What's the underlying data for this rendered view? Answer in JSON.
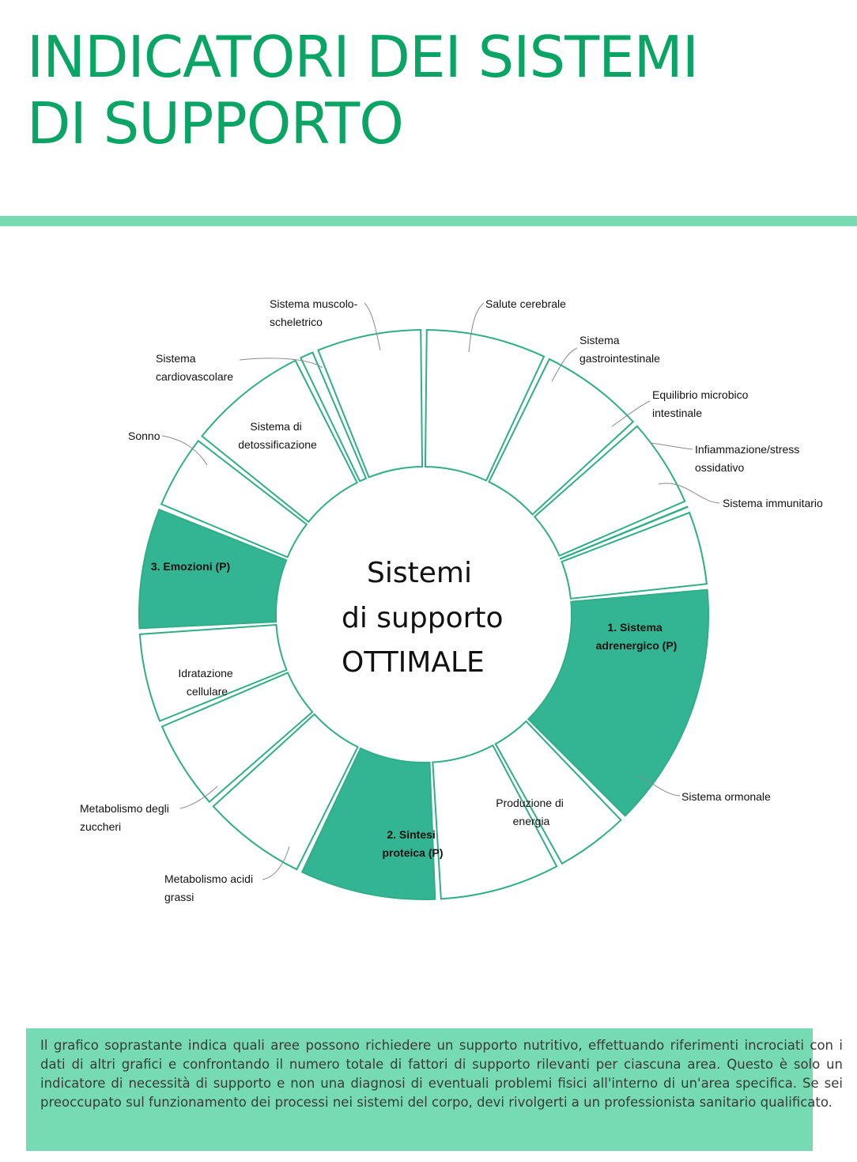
{
  "title": {
    "line1": "INDICATORI DEI SISTEMI",
    "line2": "DI SUPPORTO"
  },
  "colors": {
    "title": "#0aa565",
    "accent_bar": "#76dbb2",
    "highlight_fill": "#33b594",
    "segment_stroke": "#2fae88",
    "note_background": "#76dbb2"
  },
  "chart_data": {
    "type": "pie",
    "variant": "donut",
    "center_text": [
      "Sistemi",
      "di supporto",
      "OTTIMALE"
    ],
    "segments": [
      {
        "label": "Salute cerebrale",
        "value": 8,
        "highlighted": false
      },
      {
        "label": "Sistema gastrointestinale",
        "value": 7,
        "highlighted": false
      },
      {
        "label": "Equilibrio microbico intestinale",
        "value": 6,
        "highlighted": false
      },
      {
        "label": "Infiammazione/stress ossidativo",
        "value": 0.4,
        "highlighted": false
      },
      {
        "label": "Sistema immunitario",
        "value": 5,
        "highlighted": false
      },
      {
        "label": "1. Sistema adrenergico (P)",
        "value": 16,
        "highlighted": true
      },
      {
        "label": "Sistema ormonale",
        "value": 5,
        "highlighted": false
      },
      {
        "label": "Produzione di energia",
        "value": 8,
        "highlighted": false
      },
      {
        "label": "2. Sintesi proteica (P)",
        "value": 9,
        "highlighted": true
      },
      {
        "label": "Metabolismo acidi grassi",
        "value": 7,
        "highlighted": false
      },
      {
        "label": "Metabolismo degli zuccheri",
        "value": 6,
        "highlighted": false
      },
      {
        "label": "Idratazione cellulare",
        "value": 6,
        "highlighted": false
      },
      {
        "label": "3. Emozioni (P)",
        "value": 8,
        "highlighted": true
      },
      {
        "label": "Sonno",
        "value": 5,
        "highlighted": false
      },
      {
        "label": "Sistema di detossificazione",
        "value": 8,
        "highlighted": false
      },
      {
        "label": "Sistema cardiovascolare",
        "value": 1.2,
        "highlighted": false
      },
      {
        "label": "Sistema muscolo-scheletrico",
        "value": 7,
        "highlighted": false
      }
    ]
  },
  "labels": {
    "salute": [
      "Salute cerebrale"
    ],
    "gastro": [
      "Sistema",
      "gastrointestinale"
    ],
    "microbico": [
      "Equilibrio microbico",
      "intestinale"
    ],
    "infiammazione": [
      "Infiammazione/stress",
      "ossidativo"
    ],
    "immunitario": [
      "Sistema immunitario"
    ],
    "adrenergico": [
      "1. Sistema",
      "adrenergico (P)"
    ],
    "ormonale": [
      "Sistema ormonale"
    ],
    "energia": [
      "Produzione di",
      "energia"
    ],
    "proteica": [
      "2. Sintesi",
      "proteica (P)"
    ],
    "acidi": [
      "Metabolismo acidi",
      "grassi"
    ],
    "zuccheri": [
      "Metabolismo degli",
      "zuccheri"
    ],
    "idratazione": [
      "Idratazione",
      "cellulare"
    ],
    "emozioni": [
      "3. Emozioni (P)"
    ],
    "sonno": [
      "Sonno"
    ],
    "detox": [
      "Sistema di",
      "detossificazione"
    ],
    "cardio": [
      "Sistema",
      "cardiovascolare"
    ],
    "muscolo": [
      "Sistema muscolo-",
      "scheletrico"
    ]
  },
  "note": "Il grafico soprastante indica quali aree possono richiedere un supporto nutritivo, effettuando riferimenti incrociati con i dati di altri grafici e confrontando il numero totale di fattori di supporto rilevanti per ciascuna area. Questo è solo un indicatore di necessità di supporto e non una diagnosi di eventuali problemi fisici all'interno di un'area specifica. Se sei preoccupato sul funzionamento dei processi nei sistemi del corpo, devi rivolgerti a un professionista sanitario qualificato."
}
